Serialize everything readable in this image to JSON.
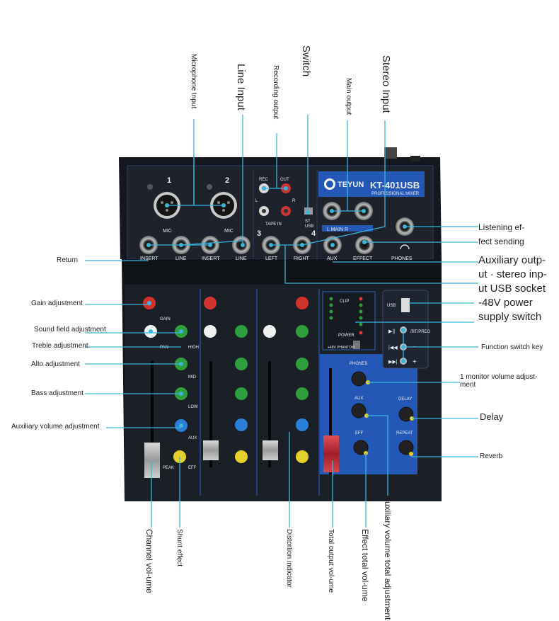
{
  "panel": {
    "brand": "TEYUN",
    "model": "KT-401USB",
    "subtitle": "PROFESSIONAL MIXER",
    "ch1": "1",
    "ch2": "2",
    "ch3": "3",
    "ch4": "4",
    "mic": "MIC",
    "insert": "INSERT",
    "line": "LINE",
    "left": "LEFT",
    "right": "RIGHT",
    "rec": "REC",
    "out": "OUT",
    "l": "L",
    "r": "R",
    "tape_in": "TAPE IN",
    "st": "ST",
    "usb_sw": "USB",
    "main_lr": "L MAIN R",
    "aux": "AUX",
    "effect": "EFFECT",
    "phones": "PHONES",
    "gain": "GAIN",
    "pan": "PAN",
    "high": "HIGH",
    "mid": "MID",
    "low": "LOW",
    "aux_knob": "AUX",
    "eff": "EFF",
    "peak": "PEAK",
    "clip": "CLIP",
    "power": "POWER",
    "phantom": "+48V PHANTOM",
    "usb_port": "USB",
    "play_pause": "▶||",
    "rt_preg": "/RT/PREG",
    "prev": "|◀◀",
    "next": "▶▶|",
    "minus": "−",
    "plus": "+",
    "master_phones": "PHONES",
    "master_aux": "AUX",
    "master_eff": "EFF",
    "delay": "DELAY",
    "repeat": "REPEAT"
  },
  "annotations": {
    "microphone_input": "Microphone Input",
    "line_input": "Line Input",
    "recording_output": "Recording output",
    "switch": "Switch",
    "main_output": "Main output",
    "stereo_input": "Stereo Input",
    "return": "Return",
    "listening_effect_sending": [
      "Listening ef-",
      "fect sending"
    ],
    "aux_stereo_usb": [
      "Auxiliary outp-",
      "ut · stereo inp-",
      "ut USB socket",
      "-48V power",
      "supply switch"
    ],
    "gain_adjustment": "Gain adjustment",
    "sound_field_adjustment": "Sound field adjustment",
    "treble_adjustment": "Treble adjustment",
    "alto_adjustment": "Alto adjustment",
    "bass_adjustment": "Bass adjustment",
    "auxiliary_volume_adjustment": "Auxiliary volume adjustment",
    "function_switch_key": "Function switch key",
    "monitor_volume": "1 monitor volume adjust-ment",
    "delay": "Delay",
    "reverb": "Reverb",
    "channel_volume": "Channel vol-ume",
    "shunt_effect": "Shunt effect",
    "distortion_indicator": "Distortion indicator",
    "total_output_volume": "Total output vol-ume",
    "effect_total_volume": "Effect total vol-ume",
    "aux_total_adjustment": "Auxiliary volume total adjustment"
  },
  "colors": {
    "panel": "#1e232c",
    "panel_edge": "#0b0d11",
    "blue_accent": "#2a63c4",
    "callout_line": "#3bb4df",
    "knob_red": "#d0342c",
    "knob_green": "#2f9e3c",
    "knob_blue": "#2a7fd6",
    "knob_yellow": "#e5d12b",
    "fader_master": "#c7343d"
  }
}
